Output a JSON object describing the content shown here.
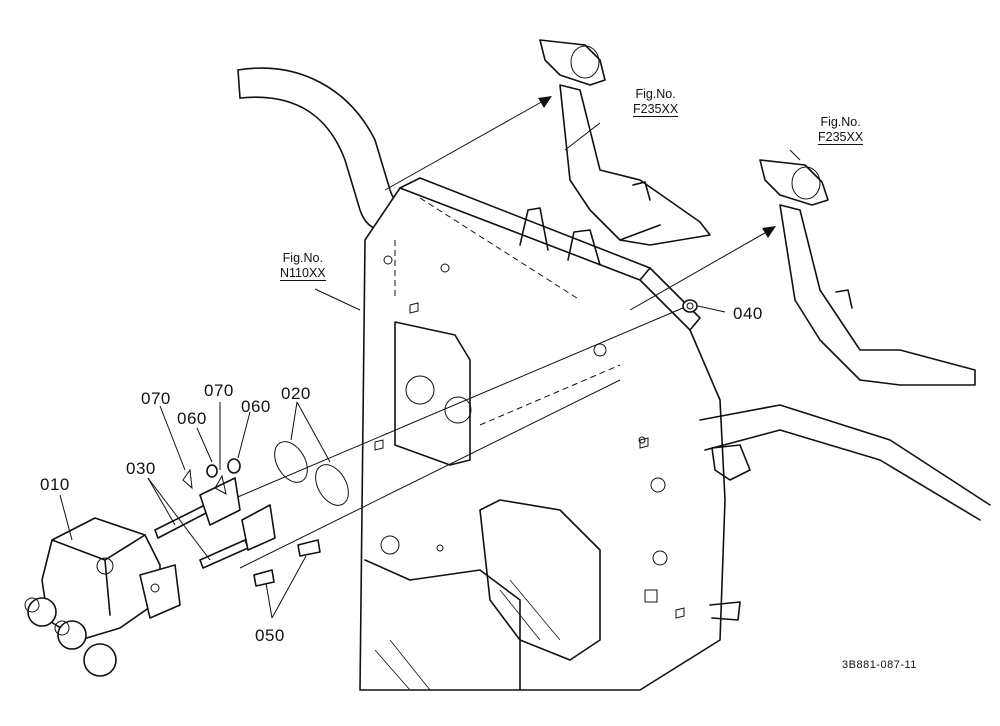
{
  "diagram": {
    "parts": {
      "p010": "010",
      "p020": "020",
      "p030": "030",
      "p040": "040",
      "p050": "050",
      "p060a": "060",
      "p060b": "060",
      "p070a": "070",
      "p070b": "070"
    },
    "figrefs": {
      "n110": {
        "label": "Fig.No.",
        "ref": "N110XX"
      },
      "f235_left": {
        "label": "Fig.No.",
        "ref": "F235XX"
      },
      "f235_right": {
        "label": "Fig.No.",
        "ref": "F235XX"
      }
    },
    "drawing_code": "3B881-087-11"
  }
}
